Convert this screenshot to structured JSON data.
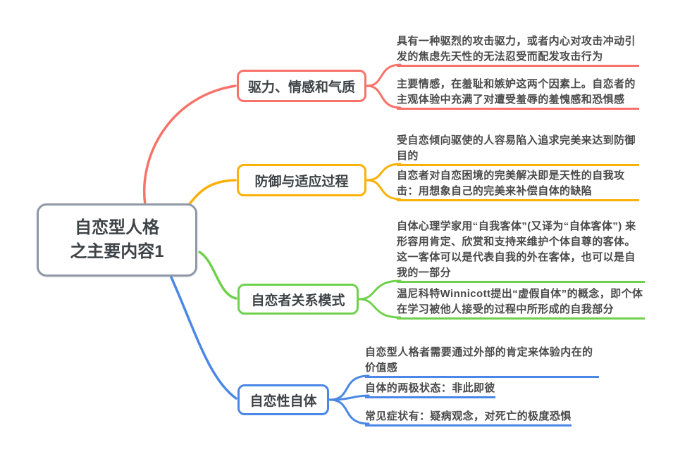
{
  "central": {
    "line1": "自恋型人格",
    "line2": "之主要内容1"
  },
  "colors": {
    "central_border": "#8E99A7",
    "title_text": "#3E4347",
    "leaf_text": "#4A4A4A",
    "branch_red": "#F8726A",
    "branch_yellow": "#FBB005",
    "branch_green": "#6FD14B",
    "branch_blue": "#4A87E6"
  },
  "branches": [
    {
      "label": "驱力、情感和气质",
      "color": "#F8726A",
      "leaves": [
        "具有一种驱烈的攻击驱力，或者内心对攻击冲动引发的焦虑先天性的无法忍受而配发攻击行为",
        "主要情感，在羞耻和嫉妒这两个因素上。自恋者的主观体验中充满了对遭受羞辱的羞愧感和恐惧感"
      ]
    },
    {
      "label": "防御与适应过程",
      "color": "#FBB005",
      "leaves": [
        "受自恋倾向驱使的人容易陷入追求完美来达到防御目的",
        "自恋者对自恋困境的完美解决即是天性的自我攻击：用想象自己的完美来补偿自体的缺陷"
      ]
    },
    {
      "label": "自恋者关系模式",
      "color": "#6FD14B",
      "leaves": [
        "自体心理学家用“自我客体”(又译为“自体客体”) 来形容用肯定、欣赏和支持来维护个体自尊的客体。这一客体可以是代表自我的外在客体，也可以是自我的一部分",
        "温尼科特Winnicott提出“虚假自体”的概念，即个体在学习被他人接受的过程中所形成的自我部分"
      ]
    },
    {
      "label": "自恋性自体",
      "color": "#4A87E6",
      "leaves": [
        "自恋型人格者需要通过外部的肯定来体验内在的价值感",
        "自体的两极状态：非此即彼",
        "常见症状有：疑病观念，对死亡的极度恐惧"
      ]
    }
  ]
}
